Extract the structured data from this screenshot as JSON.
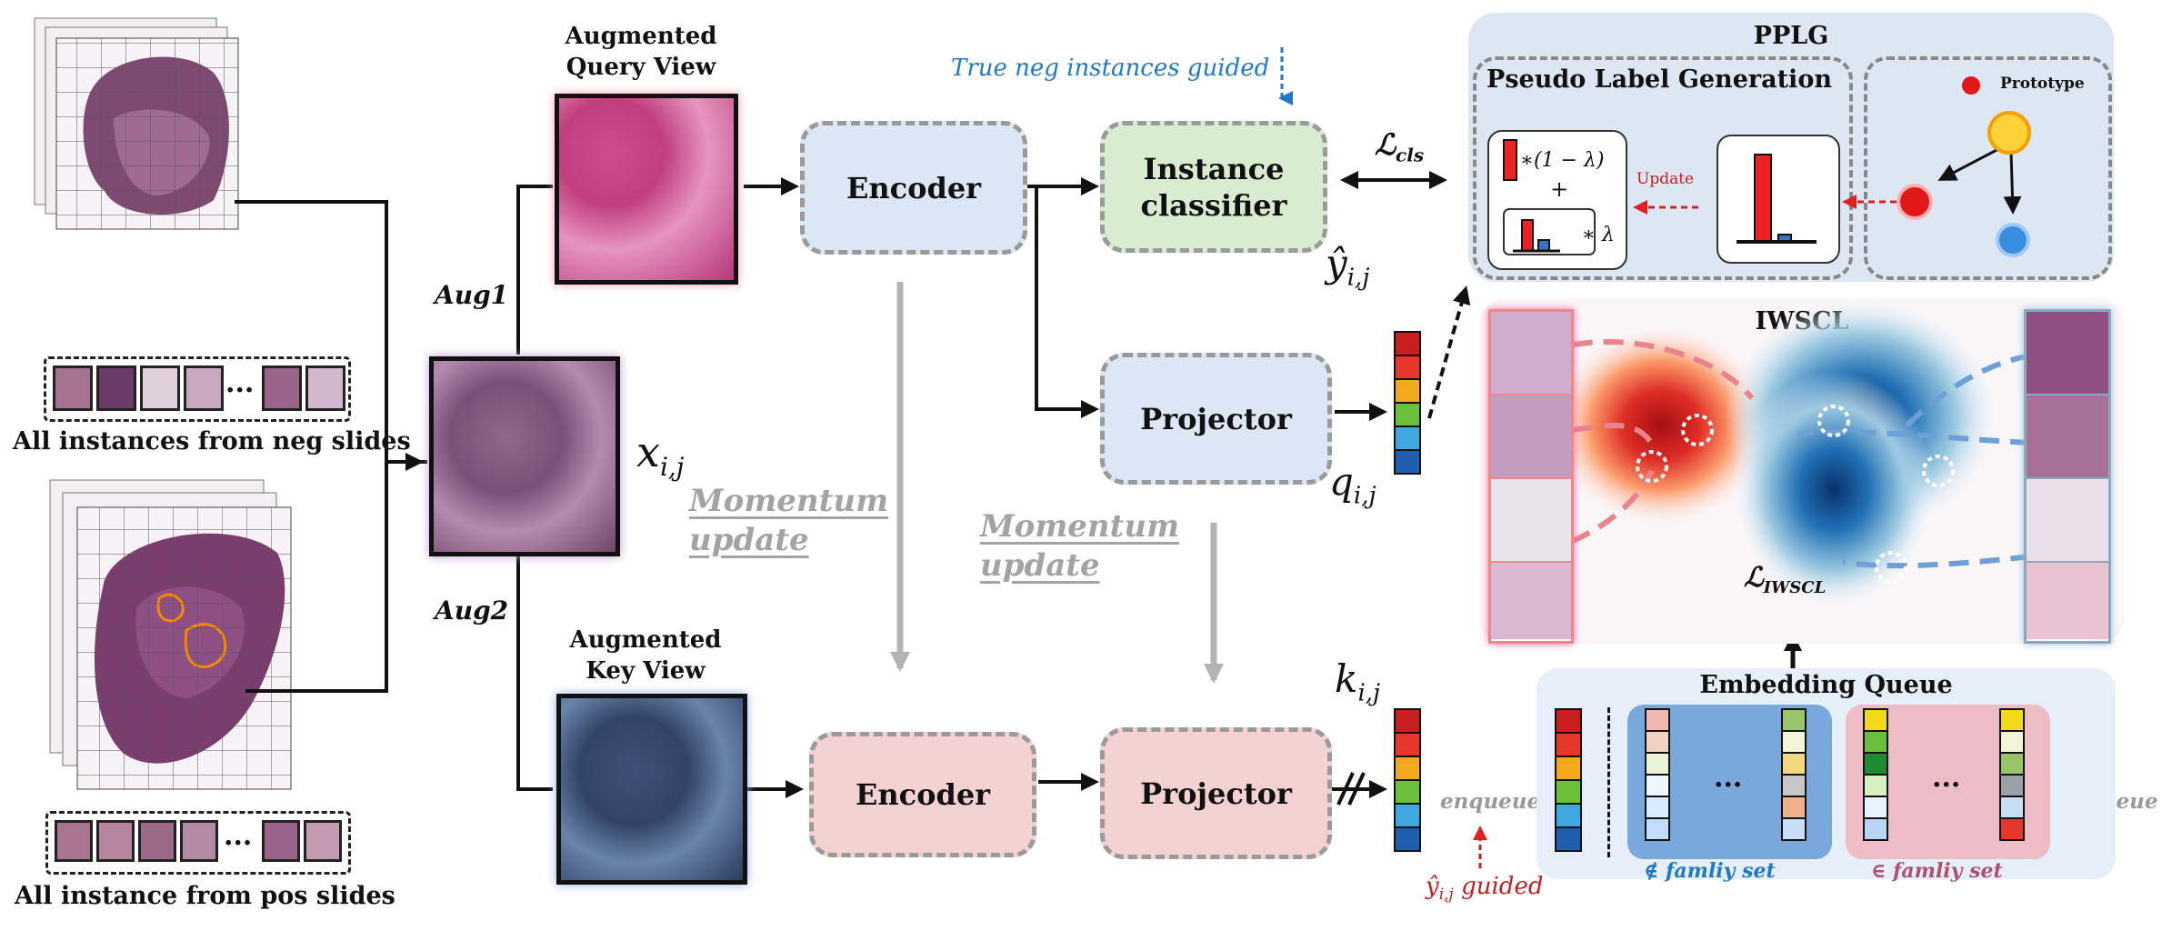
{
  "labels": {
    "neg_slides": "All instances from neg slides",
    "pos_slides": "All instance from pos slides",
    "aug1": "Aug1",
    "aug2": "Aug2",
    "x_ij": "x",
    "x_ij_sub": "i,j",
    "query_view": "Augmented\nQuery View",
    "key_view": "Augmented\nKey View",
    "momentum_update_1": "Momentum\nupdate",
    "momentum_update_2": "Momentum\nupdate",
    "true_neg_guided": "True neg instances guided",
    "y_hat_guided": "ŷ",
    "y_hat_guided_sub": "i,j",
    "y_hat_guided_text": " guided",
    "enqueue": "enqueue",
    "dequeue": "dequeue",
    "q_ij": "q",
    "q_ij_sub": "i,j",
    "k_ij": "k",
    "k_ij_sub": "i,j",
    "y_hat_ij": "ŷ",
    "y_hat_ij_sub": "i,j",
    "l_cls": "ℒ",
    "l_cls_sub": "cls",
    "l_iwscl": "ℒ",
    "l_iwscl_sub": "IWSCL",
    "ellipsis": "..."
  },
  "blocks": {
    "encoder_top": "Encoder",
    "encoder_bottom": "Encoder",
    "instance_classifier": "Instance\nclassifier",
    "projector_top": "Projector",
    "projector_bottom": "Projector"
  },
  "pplg": {
    "title": "PPLG",
    "pseudo_label_generation": "Pseudo Label Generation",
    "formula_top": "∗(1 − λ)",
    "formula_plus": "+",
    "formula_bottom": "∗ λ",
    "update": "Update",
    "prototype": "Prototype"
  },
  "iwscl": {
    "title": "IWSCL"
  },
  "queue": {
    "title": "Embedding Queue",
    "not_in_family": "∉ famliy set",
    "in_family": "∈ famliy set"
  },
  "colors": {
    "blue_box": "#dbe7f5",
    "green_box": "#d8ecd0",
    "pink_box": "#f5d2d2",
    "guided_blue": "#1f78c8",
    "guided_red": "#c81e1e",
    "pplg_bg": "#dde6f3",
    "queue_bg": "#e6eefa"
  },
  "icons": [
    "wsi-slide-stack",
    "tissue-patch",
    "feature-vector",
    "density-map",
    "bar-histogram",
    "prototype-dot"
  ]
}
